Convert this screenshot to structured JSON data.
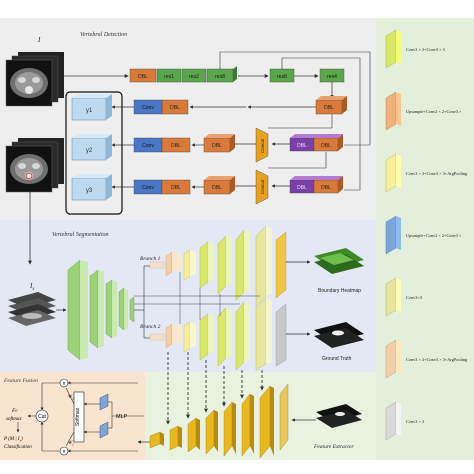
{
  "detection": {
    "title": "Vertebral Detection",
    "input_label": "I",
    "row1_blocks": [
      "DBL",
      "res1",
      "res2",
      "res8",
      "res8",
      "res4"
    ],
    "row2_blocks": [
      "Conv",
      "DBL",
      "DBL"
    ],
    "row3_blocks": [
      "Conv",
      "DBL",
      "DBL",
      "DBL",
      "Concat"
    ],
    "row4_blocks": [
      "Conv",
      "DBL",
      "DBL",
      "DBL",
      "Concat"
    ],
    "outputs": [
      "y1",
      "y2",
      "y3"
    ]
  },
  "segmentation": {
    "title": "Vertebral Segmentation",
    "input_label": "I",
    "input_subscript": "s",
    "branch1": "Branch 1",
    "branch2": "Branch 2",
    "out1": "Boundary Heatmap",
    "out2": "Ground Truth"
  },
  "fusion": {
    "title": "Feature Fusion",
    "fc": "Fc",
    "softmax": "softmax",
    "prob": "P (M | I",
    "prob_sub": "s",
    "prob_end": ")",
    "classification": "Classification",
    "cat": "Cat",
    "softmax_box": "Softmax",
    "mlp": "MLP",
    "w1": "W",
    "w1_sub": "1",
    "w2": "W",
    "w2_sub": "2"
  },
  "extractor": {
    "label": "Feature Extractor"
  },
  "legend": {
    "items": [
      {
        "label": "Conv3 × 3+Conv3 × 3",
        "color": "#d9e76a"
      },
      {
        "label": "Upsample+Conv2 × 2+Conv3 ×",
        "color": "#f2b07c"
      },
      {
        "label": "Conv3 × 3+Conv3 × 3+ArgPooling",
        "color": "#f6ee99"
      },
      {
        "label": "Upsample+Conv2 × 2+Conv3 ×",
        "color": "#7da6d8"
      },
      {
        "label": "Conv3×3",
        "color": "#e6e6a0"
      },
      {
        "label": "Conv3 × 3+Conv3 × 3+ArgPooling",
        "color": "#f3cfa8"
      },
      {
        "label": "Conv3 × 3",
        "color": "#d9d9d9"
      }
    ]
  }
}
